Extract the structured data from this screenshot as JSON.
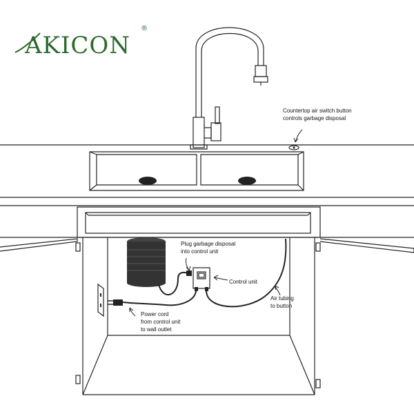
{
  "brand": {
    "name": "AKICON",
    "registered_mark": "®",
    "color": "#2d6a2d"
  },
  "labels": {
    "switch_line1": "Countertop air switch button",
    "switch_line2": "controls garbage disposal",
    "plug_line1": "Plug garbage disposal",
    "plug_line2": "into control unit",
    "control_unit": "Control unit",
    "tubing_line1": "Air tubing",
    "tubing_line2": "to button",
    "power_line1": "Power cord",
    "power_line2": "from control unit",
    "power_line3": "to wall outlet"
  }
}
